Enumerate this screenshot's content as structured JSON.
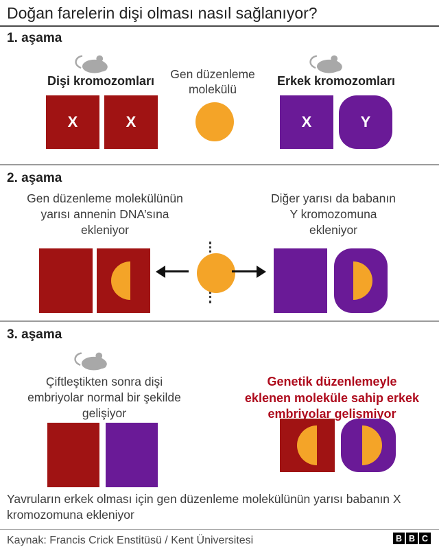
{
  "title": "Doğan farelerin dişi olması nasıl sağlanıyor?",
  "colors": {
    "red": "#a01313",
    "purple": "#6a1a97",
    "orange": "#f4a428",
    "darkred": "#ae0a1c",
    "gray": "#a8a8a8"
  },
  "stage1": {
    "heading": "1. aşama",
    "female_label": "Dişi kromozomları",
    "male_label": "Erkek kromozomları",
    "molecule_lines": [
      "Gen düzenleme",
      "molekülü"
    ],
    "female_chromosomes": [
      "X",
      "X"
    ],
    "male_chromosomes": [
      "X",
      "Y"
    ]
  },
  "stage2": {
    "heading": "2. aşama",
    "left_lines": [
      "Gen düzenleme molekülünün",
      "yarısı annenin DNA’sına",
      "ekleniyor"
    ],
    "right_lines": [
      "Diğer yarısı da babanın",
      "Y kromozomuna",
      "ekleniyor"
    ]
  },
  "stage3": {
    "heading": "3. aşama",
    "left_lines": [
      "Çiftleştikten sonra dişi",
      "embriyolar normal bir şekilde",
      "gelişiyor"
    ],
    "right_lines": [
      "Genetik düzenlemeyle",
      "eklenen moleküle sahip erkek",
      "embriyolar gelişmiyor"
    ]
  },
  "footer": {
    "note_lines": [
      "Yavruların erkek olması için gen düzenleme molekülünün yarısı babanın X",
      "kromozomuna ekleniyor"
    ],
    "source": "Kaynak: Francis Crick Enstitüsü / Kent Üniversitesi",
    "logo_letters": [
      "B",
      "B",
      "C"
    ]
  }
}
